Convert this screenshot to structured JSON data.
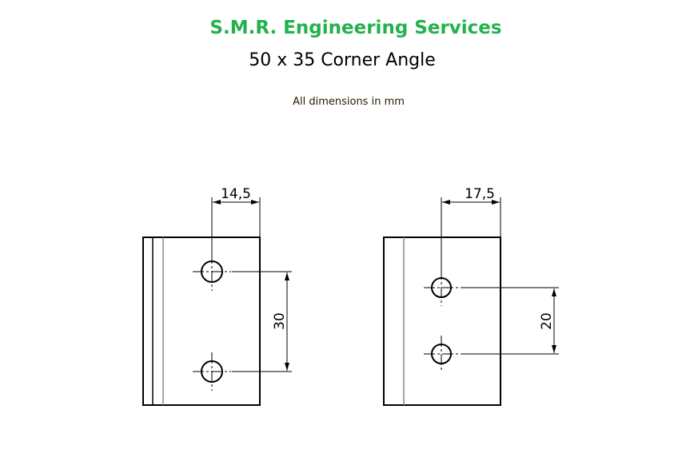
{
  "header": {
    "company": "S.M.R. Engineering Services",
    "title": "50 x 35 Corner Angle",
    "note": "All dimensions in mm"
  },
  "views": {
    "left": {
      "horizontal_dim": "14,5",
      "vertical_dim": "30"
    },
    "right": {
      "horizontal_dim": "17,5",
      "vertical_dim": "20"
    }
  },
  "colors": {
    "company": "#22b14c",
    "line": "#000000",
    "hidden_line": "#888888"
  }
}
